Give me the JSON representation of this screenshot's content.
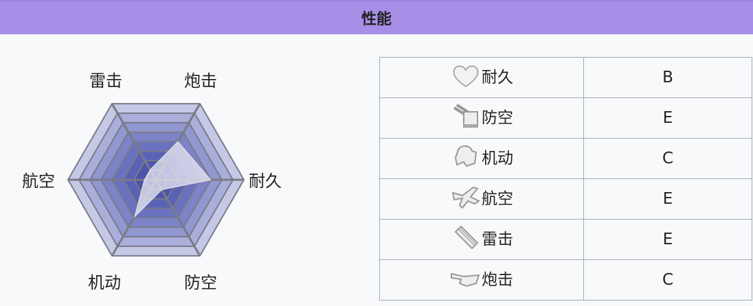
{
  "header": {
    "title": "性能"
  },
  "chart_data": {
    "type": "radar",
    "axes": [
      "耐久",
      "炮击",
      "雷击",
      "航空",
      "机动",
      "防空"
    ],
    "values": [
      0.62,
      0.5,
      0.13,
      0.13,
      0.48,
      0.13
    ],
    "range": [
      0,
      1
    ],
    "rings": 8
  },
  "stats": [
    {
      "icon": "heart-icon",
      "label": "耐久",
      "grade": "B"
    },
    {
      "icon": "anti-air-gun-icon",
      "label": "防空",
      "grade": "E"
    },
    {
      "icon": "evasion-icon",
      "label": "机动",
      "grade": "C"
    },
    {
      "icon": "airplane-icon",
      "label": "航空",
      "grade": "E"
    },
    {
      "icon": "torpedo-icon",
      "label": "雷击",
      "grade": "E"
    },
    {
      "icon": "cannon-icon",
      "label": "炮击",
      "grade": "C"
    }
  ]
}
